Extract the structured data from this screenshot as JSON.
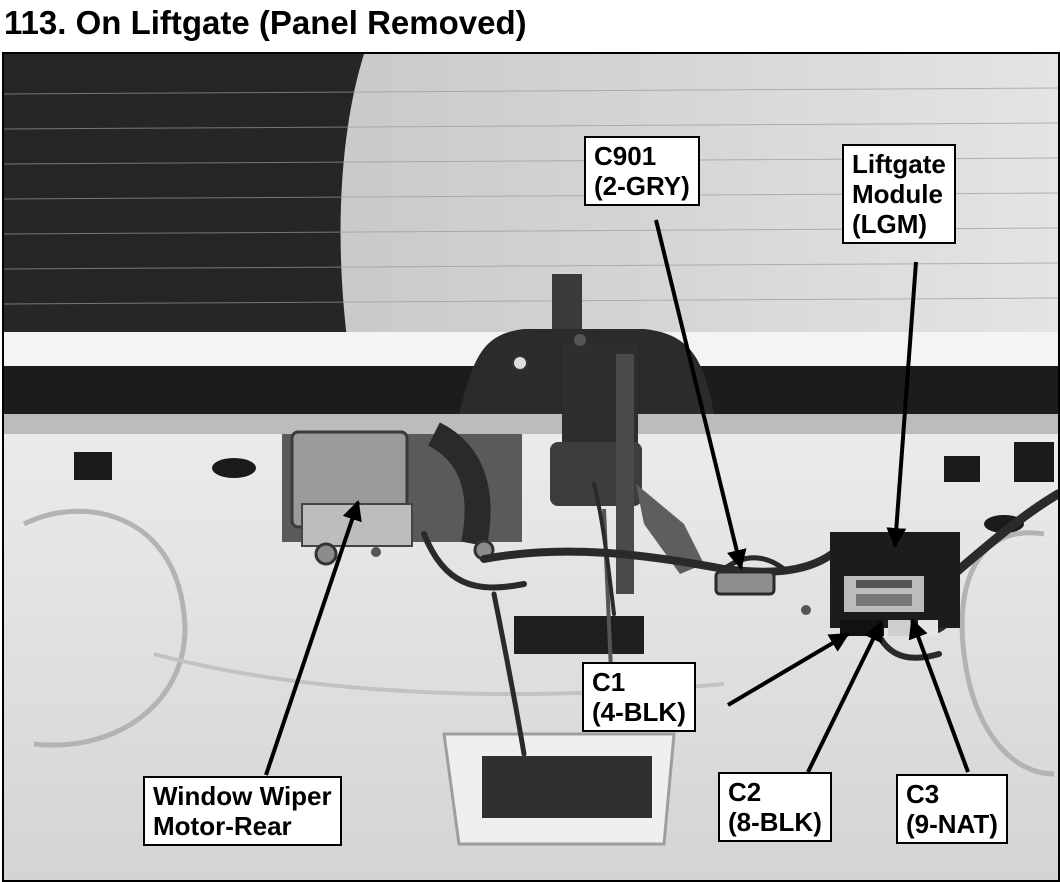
{
  "title": "113. On Liftgate (Panel Removed)",
  "callouts": {
    "c901": {
      "line1": "C901",
      "line2": "(2-GRY)"
    },
    "lgm": {
      "line1": "Liftgate",
      "line2": "Module",
      "line3": "(LGM)"
    },
    "c1": {
      "line1": "C1",
      "line2": "(4-BLK)"
    },
    "wiper": {
      "line1": "Window Wiper",
      "line2": "Motor-Rear"
    },
    "c2": {
      "line1": "C2",
      "line2": "(8-BLK)"
    },
    "c3": {
      "line1": "C3",
      "line2": "(9-NAT)"
    }
  },
  "colors": {
    "label_bg": "#ffffff",
    "label_text": "#000000",
    "arrow": "#000000"
  }
}
